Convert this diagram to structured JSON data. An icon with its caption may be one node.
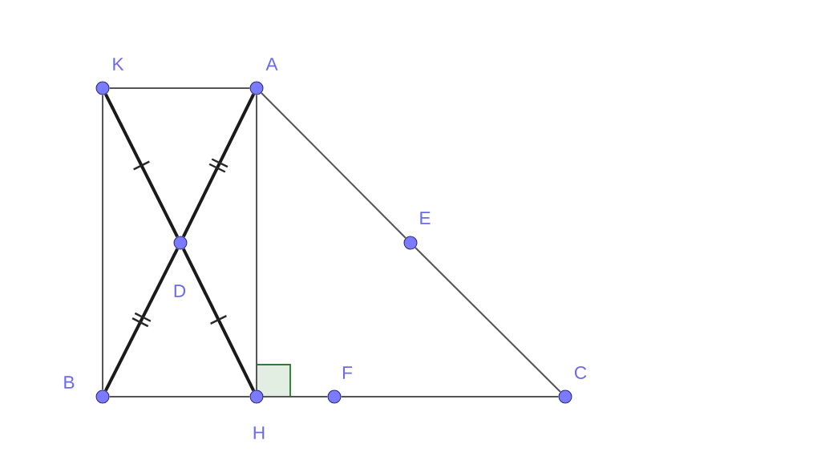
{
  "diagram": {
    "nodes": [
      {
        "text": [],
        "shape": "circle",
        "beside": [
          "K"
        ]
      },
      {
        "text": [],
        "shape": "circle",
        "beside": [
          "A"
        ]
      },
      {
        "text": [],
        "shape": "circle",
        "beside": [
          "D"
        ]
      },
      {
        "text": [],
        "shape": "circle",
        "beside": [
          "E"
        ]
      },
      {
        "text": [],
        "shape": "circle",
        "beside": [
          "B"
        ]
      },
      {
        "text": [],
        "shape": "circle",
        "beside": [
          "H"
        ]
      },
      {
        "text": [],
        "shape": "circle",
        "beside": [
          "F"
        ]
      },
      {
        "text": [],
        "shape": "circle",
        "beside": [
          "C"
        ]
      }
    ],
    "edges": [
      {
        "from": 0,
        "to": 1,
        "arrow": "none"
      },
      {
        "from": 0,
        "to": 4,
        "arrow": "none"
      },
      {
        "from": 1,
        "to": 5,
        "arrow": "none"
      },
      {
        "from": 1,
        "to": 3,
        "arrow": "none"
      },
      {
        "from": 3,
        "to": 7,
        "arrow": "none"
      },
      {
        "from": 4,
        "to": 5,
        "arrow": "none"
      },
      {
        "from": 5,
        "to": 6,
        "arrow": "none"
      },
      {
        "from": 6,
        "to": 7,
        "arrow": "none"
      },
      {
        "from": 0,
        "to": 2,
        "arrow": "none",
        "style": "thick",
        "color": "#1a1a1a"
      },
      {
        "from": 2,
        "to": 5,
        "arrow": "none",
        "style": "thick",
        "color": "#1a1a1a"
      },
      {
        "from": 1,
        "to": 2,
        "arrow": "none",
        "style": "thick",
        "color": "#1a1a1a"
      },
      {
        "from": 2,
        "to": 4,
        "arrow": "none",
        "style": "thick",
        "color": "#1a1a1a"
      }
    ]
  }
}
